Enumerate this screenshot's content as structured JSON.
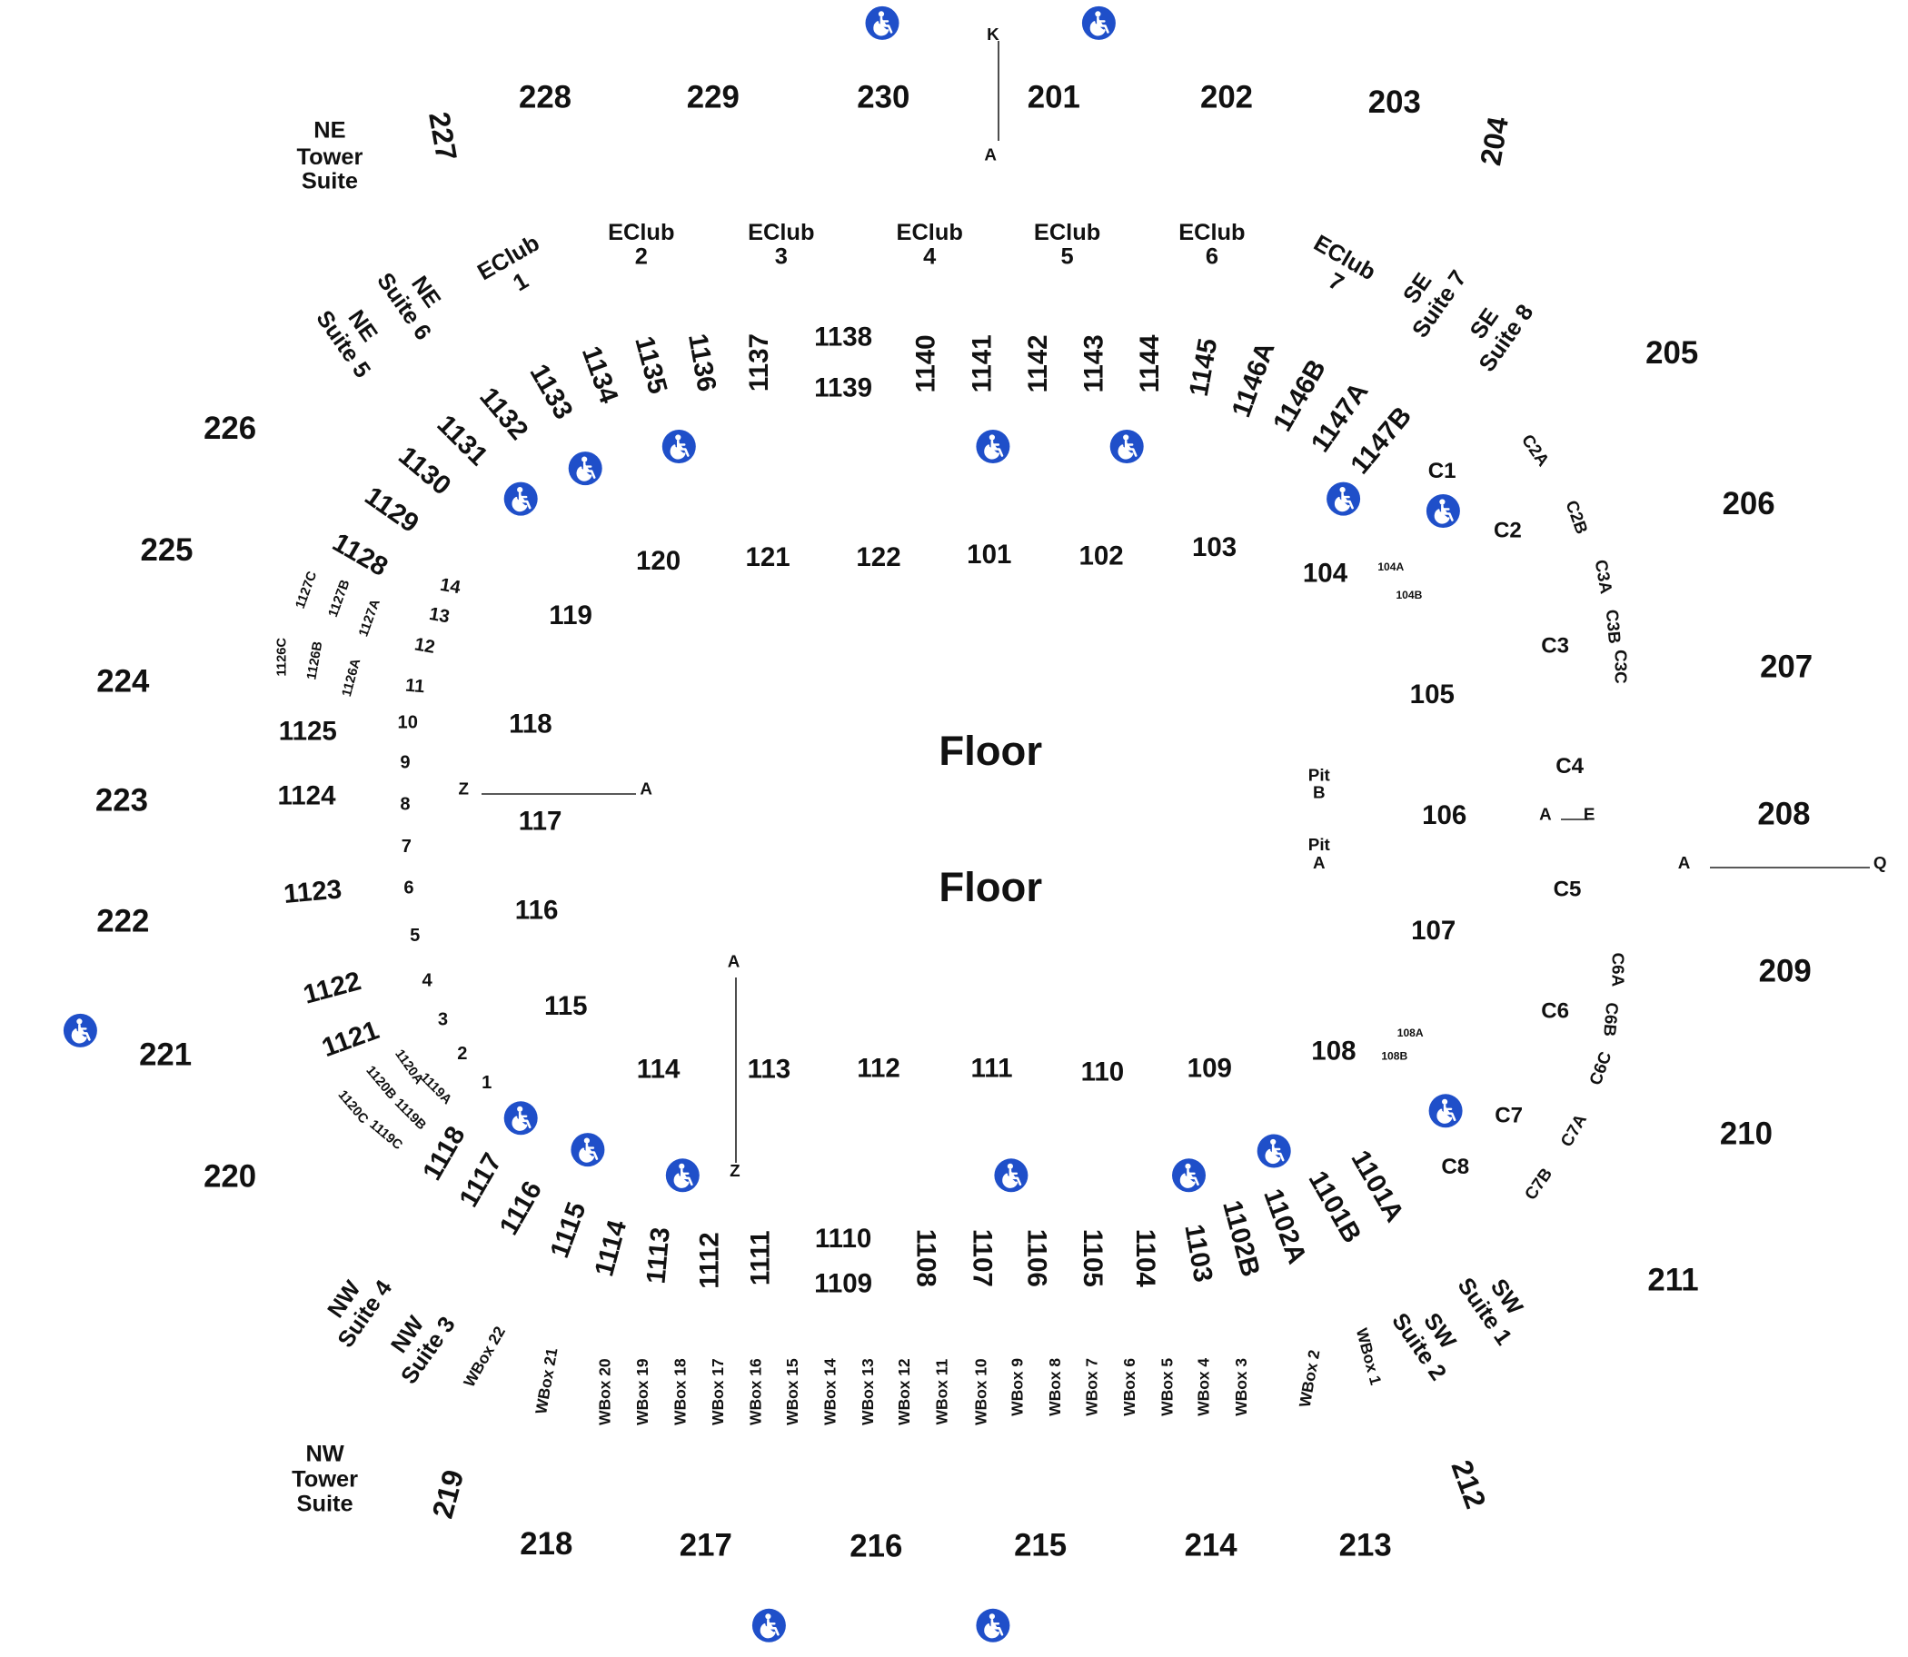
{
  "colors": {
    "accessible": "#1f4fc9",
    "text": "#111111",
    "background": "#ffffff"
  },
  "labels": {
    "s201": "201",
    "s202": "202",
    "s203": "203",
    "s204": "204",
    "s205": "205",
    "s206": "206",
    "s207": "207",
    "s208": "208",
    "s209": "209",
    "s210": "210",
    "s211": "211",
    "s212": "212",
    "s213": "213",
    "s214": "214",
    "s215": "215",
    "s216": "216",
    "s217": "217",
    "s218": "218",
    "s219": "219",
    "s220": "220",
    "s221": "221",
    "s222": "222",
    "s223": "223",
    "s224": "224",
    "s225": "225",
    "s226": "226",
    "s227": "227",
    "s228": "228",
    "s229": "229",
    "s230": "230",
    "neTower1": "NE",
    "neTower2": "Tower",
    "neTower3": "Suite",
    "nwTower1": "NW",
    "nwTower2": "Tower",
    "nwTower3": "Suite",
    "eclub1a": "EClub",
    "eclub1b": "1",
    "eclub2a": "EClub",
    "eclub2b": "2",
    "eclub3a": "EClub",
    "eclub3b": "3",
    "eclub4a": "EClub",
    "eclub4b": "4",
    "eclub5a": "EClub",
    "eclub5b": "5",
    "eclub6a": "EClub",
    "eclub6b": "6",
    "eclub7a": "EClub",
    "eclub7b": "7",
    "neSuite6a": "NE",
    "neSuite6b": "Suite 6",
    "neSuite5a": "NE",
    "neSuite5b": "Suite 5",
    "seSuite7a": "SE",
    "seSuite7b": "Suite 7",
    "seSuite8a": "SE",
    "seSuite8b": "Suite 8",
    "nwSuite4a": "NW",
    "nwSuite4b": "Suite 4",
    "nwSuite3a": "NW",
    "nwSuite3b": "Suite 3",
    "swSuite1a": "SW",
    "swSuite1b": "Suite 1",
    "swSuite2a": "SW",
    "swSuite2b": "Suite 2",
    "s1101A": "1101A",
    "s1101B": "1101B",
    "s1102A": "1102A",
    "s1102B": "1102B",
    "s1103": "1103",
    "s1104": "1104",
    "s1105": "1105",
    "s1106": "1106",
    "s1107": "1107",
    "s1108": "1108",
    "s1109": "1109",
    "s1110": "1110",
    "s1111": "1111",
    "s1112": "1112",
    "s1113": "1113",
    "s1114": "1114",
    "s1115": "1115",
    "s1116": "1116",
    "s1117": "1117",
    "s1118": "1118",
    "s1119A": "1119A",
    "s1119B": "1119B",
    "s1119C": "1119C",
    "s1120A": "1120A",
    "s1120B": "1120B",
    "s1120C": "1120C",
    "s1121": "1121",
    "s1122": "1122",
    "s1123": "1123",
    "s1124": "1124",
    "s1125": "1125",
    "s1126A": "1126A",
    "s1126B": "1126B",
    "s1126C": "1126C",
    "s1127A": "1127A",
    "s1127B": "1127B",
    "s1127C": "1127C",
    "s1128": "1128",
    "s1129": "1129",
    "s1130": "1130",
    "s1131": "1131",
    "s1132": "1132",
    "s1133": "1133",
    "s1134": "1134",
    "s1135": "1135",
    "s1136": "1136",
    "s1137": "1137",
    "s1138": "1138",
    "s1139": "1139",
    "s1140": "1140",
    "s1141": "1141",
    "s1142": "1142",
    "s1143": "1143",
    "s1144": "1144",
    "s1145": "1145",
    "s1146A": "1146A",
    "s1146B": "1146B",
    "s1147A": "1147A",
    "s1147B": "1147B",
    "s101": "101",
    "s102": "102",
    "s103": "103",
    "s104": "104",
    "s104A": "104A",
    "s104B": "104B",
    "s105": "105",
    "s106": "106",
    "s107": "107",
    "s108": "108",
    "s108A": "108A",
    "s108B": "108B",
    "s109": "109",
    "s110": "110",
    "s111": "111",
    "s112": "112",
    "s113": "113",
    "s114": "114",
    "s115": "115",
    "s116": "116",
    "s117": "117",
    "s118": "118",
    "s119": "119",
    "s120": "120",
    "s121": "121",
    "s122": "122",
    "floor1": "Floor",
    "floor2": "Floor",
    "pitB1": "Pit",
    "pitB2": "B",
    "pitA1": "Pit",
    "pitA2": "A",
    "c1": "C1",
    "c2": "C2",
    "c2a": "C2A",
    "c2b": "C2B",
    "c3": "C3",
    "c3a": "C3A",
    "c3b": "C3B",
    "c3c": "C3C",
    "c4": "C4",
    "c5": "C5",
    "c6": "C6",
    "c6a": "C6A",
    "c6b": "C6B",
    "c6c": "C6C",
    "c7": "C7",
    "c7a": "C7A",
    "c7b": "C7B",
    "c8": "C8",
    "row1": "1",
    "row2": "2",
    "row3": "3",
    "row4": "4",
    "row5": "5",
    "row6": "6",
    "row7": "7",
    "row8": "8",
    "row9": "9",
    "row10": "10",
    "row11": "11",
    "row12": "12",
    "row13": "13",
    "row14": "14",
    "wbox1": "WBox 1",
    "wbox2": "WBox 2",
    "wbox3": "WBox 3",
    "wbox4": "WBox 4",
    "wbox5": "WBox 5",
    "wbox6": "WBox 6",
    "wbox7": "WBox 7",
    "wbox8": "WBox 8",
    "wbox9": "WBox 9",
    "wbox10": "WBox 10",
    "wbox11": "WBox 11",
    "wbox12": "WBox 12",
    "wbox13": "WBox 13",
    "wbox14": "WBox 14",
    "wbox15": "WBox 15",
    "wbox16": "WBox 16",
    "wbox17": "WBox 17",
    "wbox18": "WBox 18",
    "wbox19": "WBox 19",
    "wbox20": "WBox 20",
    "wbox21": "WBox 21",
    "wbox22": "WBox 22",
    "refK": "K",
    "refKA": "A",
    "refZ1": "Z",
    "refZA": "A",
    "refAE_A": "A",
    "refAE_E": "E",
    "refQA": "A",
    "refQ": "Q",
    "refSA": "A",
    "refSZ": "Z"
  }
}
